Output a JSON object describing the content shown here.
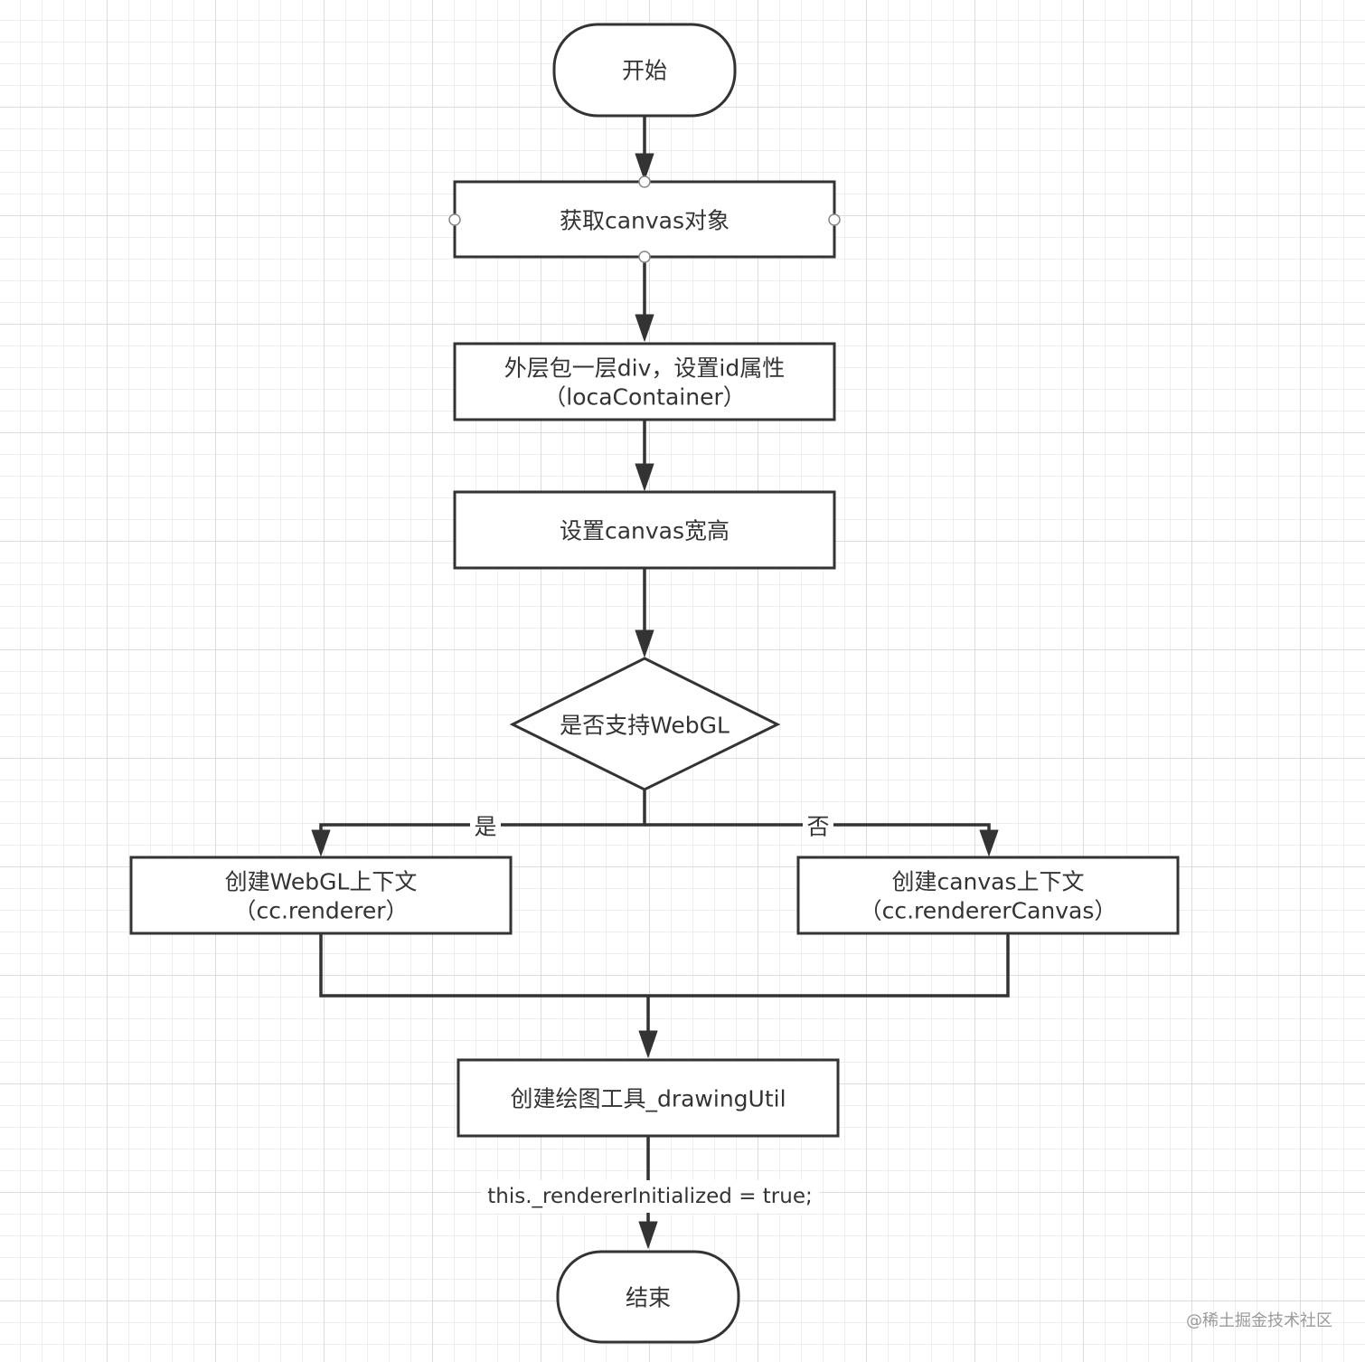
{
  "nodes": {
    "start": "开始",
    "get_canvas": "获取canvas对象",
    "wrap_div_line1": "外层包一层div，设置id属性",
    "wrap_div_line2": "（locaContainer）",
    "set_size": "设置canvas宽高",
    "decision": "是否支持WebGL",
    "webgl_line1": "创建WebGL上下文",
    "webgl_line2": "（cc.renderer）",
    "canvas_line1": "创建canvas上下文",
    "canvas_line2": "（cc.rendererCanvas）",
    "drawing_util": "创建绘图工具_drawingUtil",
    "end": "结束"
  },
  "edges": {
    "yes": "是",
    "no": "否",
    "renderer_initialized": "this._rendererInitialized = true;"
  },
  "watermark": "@稀土掘金技术社区",
  "colors": {
    "stroke": "#333333",
    "grid_major": "#dcdcdc",
    "grid_minor": "#eeeeee",
    "watermark": "#9a9a9a"
  }
}
